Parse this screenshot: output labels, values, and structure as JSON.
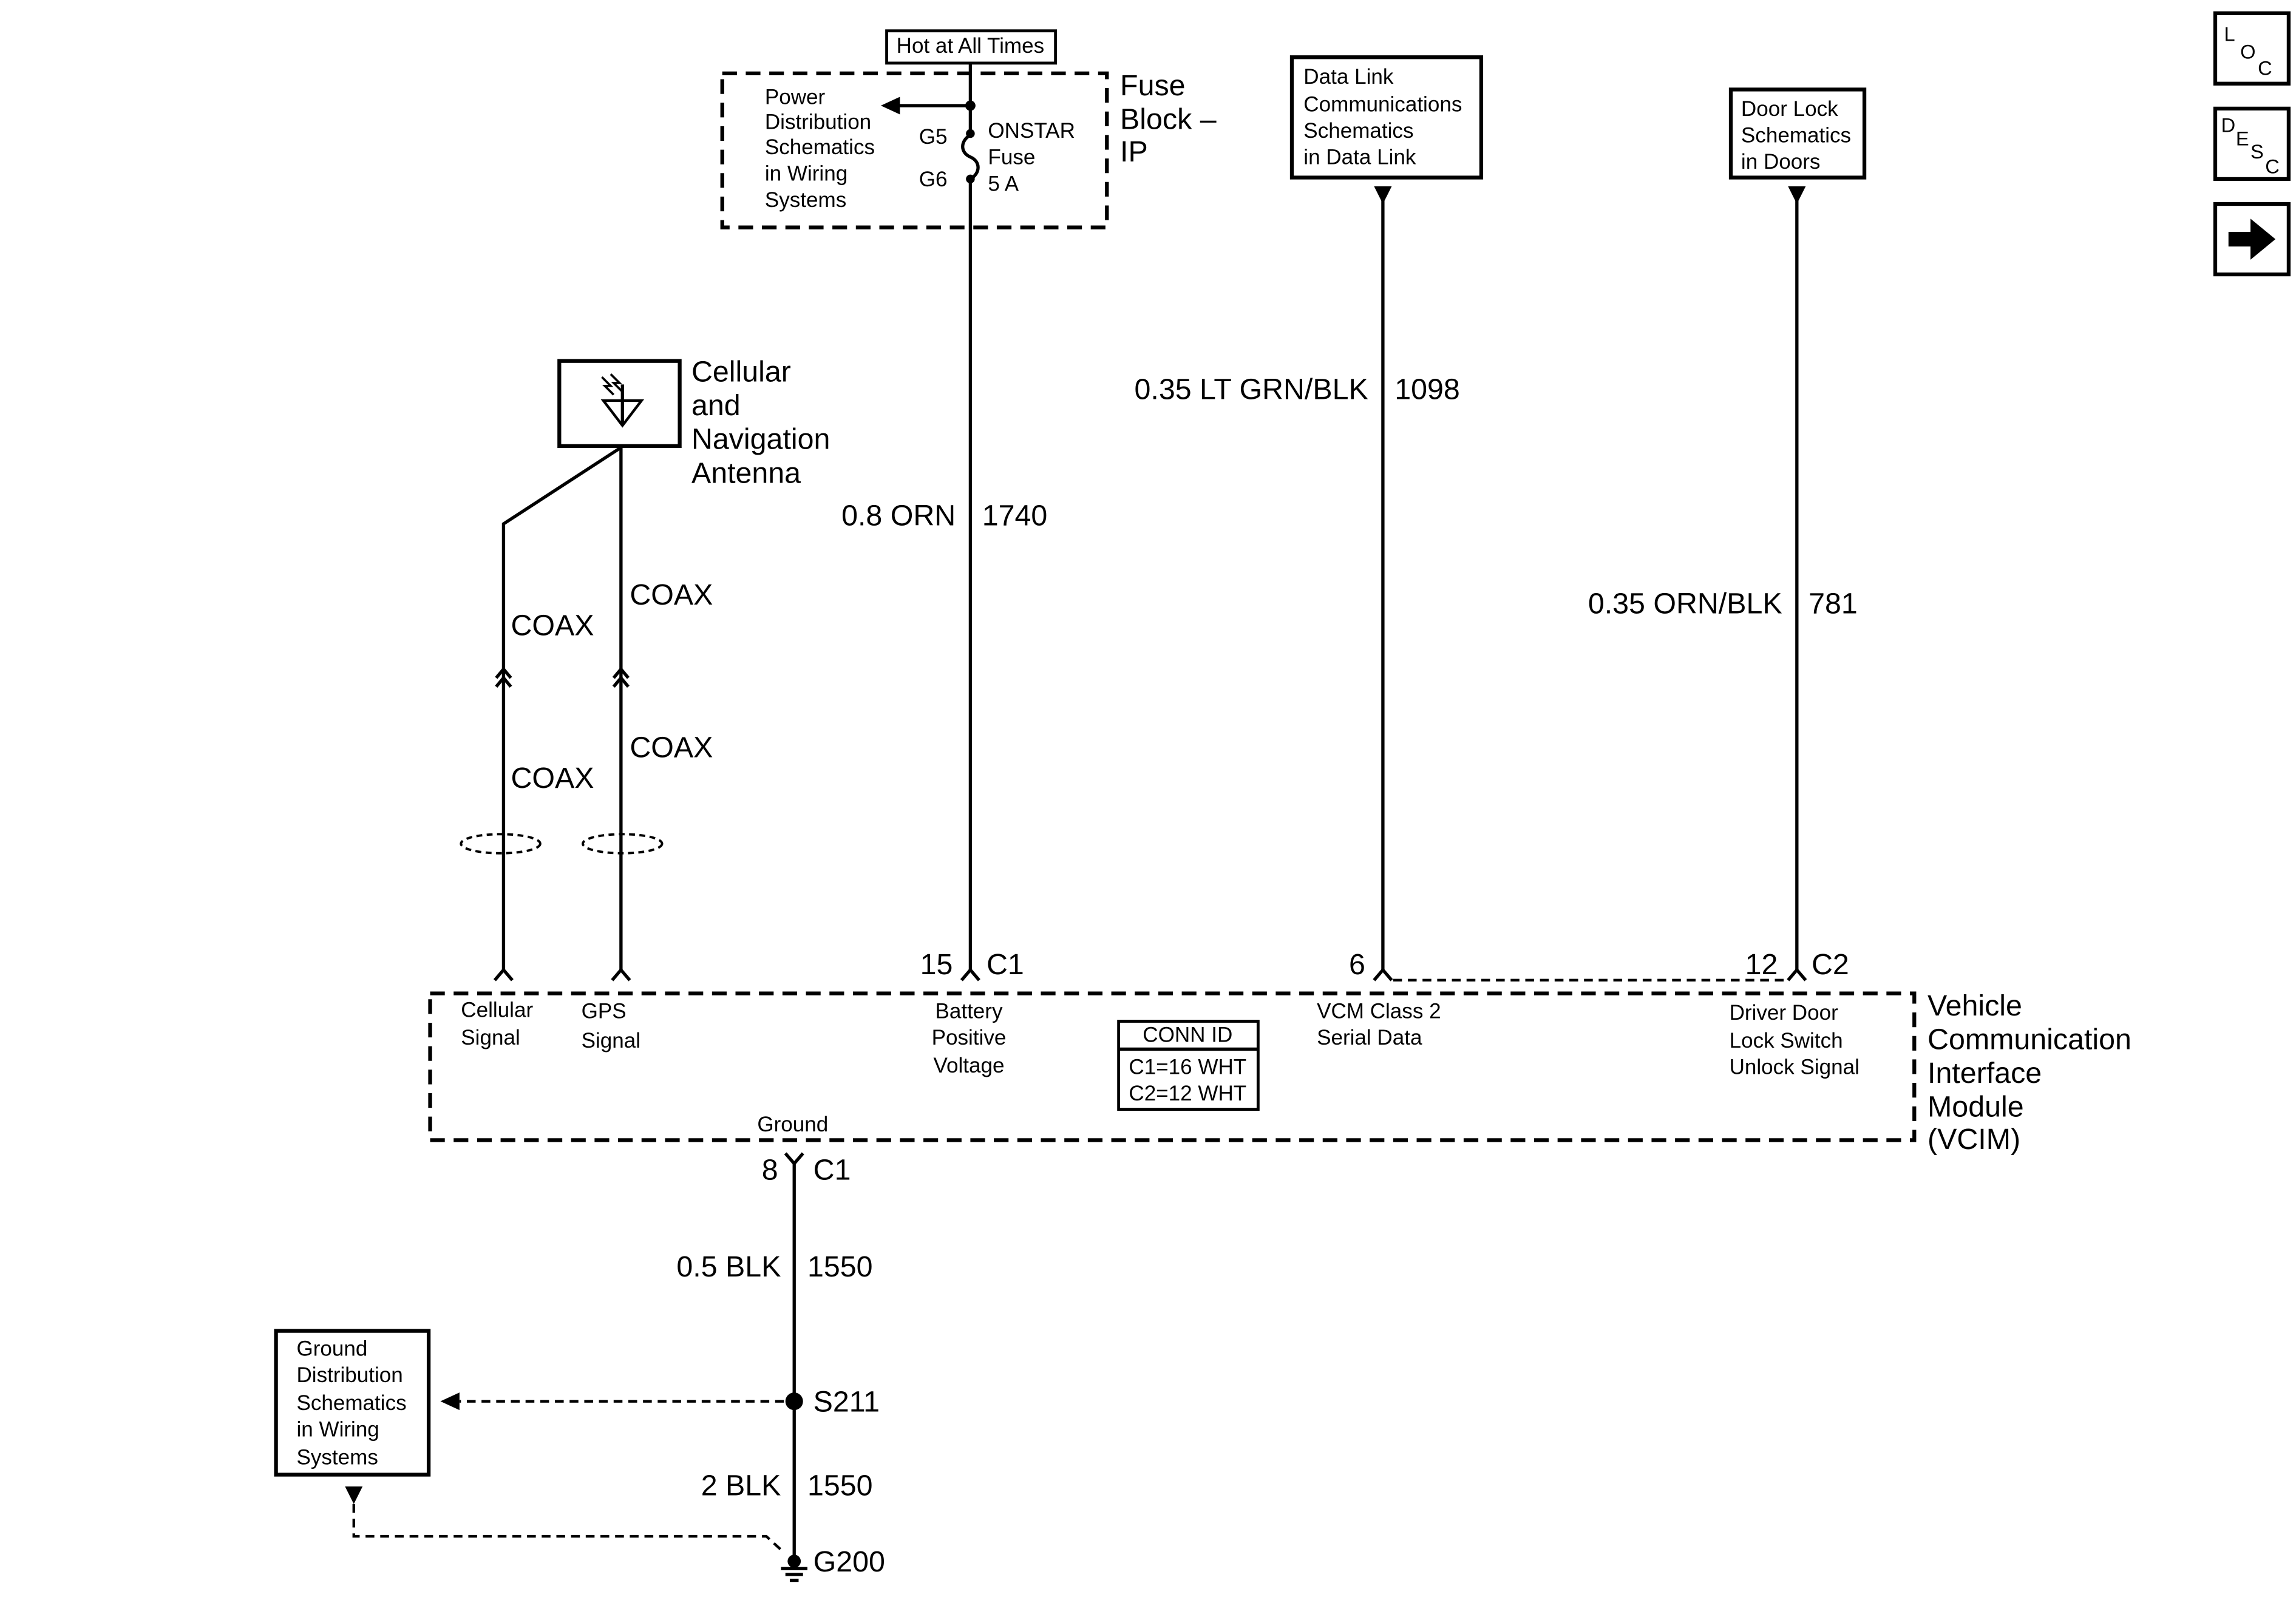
{
  "colors": {
    "ink": "#000000",
    "background": "#ffffff"
  },
  "nav_icons": {
    "loc": [
      "L",
      "O",
      "C"
    ],
    "desc": [
      "D",
      "E",
      "S",
      "C"
    ],
    "next": "right-arrow-icon"
  },
  "fuse_block": {
    "hot_label": "Hot at All Times",
    "name": [
      "Fuse",
      "Block –",
      "IP"
    ],
    "power_dist_ref": [
      "Power",
      "Distribution",
      "Schematics",
      "in Wiring",
      "Systems"
    ],
    "terminal_in": "G5",
    "terminal_out": "G6",
    "fuse_name": [
      "ONSTAR",
      "Fuse",
      "5 A"
    ]
  },
  "references": {
    "data_link": [
      "Data Link",
      "Communications",
      "Schematics",
      "in Data Link"
    ],
    "door_lock": [
      "Door Lock",
      "Schematics",
      "in Doors"
    ],
    "ground_dist": [
      "Ground",
      "Distribution",
      "Schematics",
      "in Wiring",
      "Systems"
    ]
  },
  "antenna": {
    "name": [
      "Cellular",
      "and",
      "Navigation",
      "Antenna"
    ],
    "cable_labels": [
      "COAX",
      "COAX",
      "COAX",
      "COAX"
    ]
  },
  "wires": {
    "battery_feed": {
      "size_color": "0.8 ORN",
      "circuit": "1740"
    },
    "serial_data": {
      "size_color": "0.35 LT GRN/BLK",
      "circuit": "1098"
    },
    "door_lock_signal": {
      "size_color": "0.35 ORN/BLK",
      "circuit": "781"
    },
    "ground_upper": {
      "size_color": "0.5 BLK",
      "circuit": "1550"
    },
    "ground_lower": {
      "size_color": "2 BLK",
      "circuit": "1550"
    }
  },
  "module": {
    "name": [
      "Vehicle",
      "Communication",
      "Interface",
      "Module",
      "(VCIM)"
    ],
    "battery_pin": {
      "pin": "15",
      "connector": "C1",
      "function": [
        "Battery",
        "Positive",
        "Voltage"
      ]
    },
    "serial_data_pin": {
      "pin": "6",
      "function": [
        "VCM Class 2",
        "Serial Data"
      ]
    },
    "door_lock_pin": {
      "pin": "12",
      "connector": "C2",
      "function": [
        "Driver Door",
        "Lock Switch",
        "Unlock Signal"
      ]
    },
    "ground_pin": {
      "pin": "8",
      "connector": "C1",
      "function": [
        "Ground"
      ]
    },
    "cellular_input": [
      "Cellular",
      "Signal"
    ],
    "gps_input": [
      "GPS",
      "Signal"
    ],
    "conn_id": {
      "title": "CONN ID",
      "lines": [
        "C1=16 WHT",
        "C2=12 WHT"
      ]
    }
  },
  "splice": "S211",
  "ground": "G200"
}
